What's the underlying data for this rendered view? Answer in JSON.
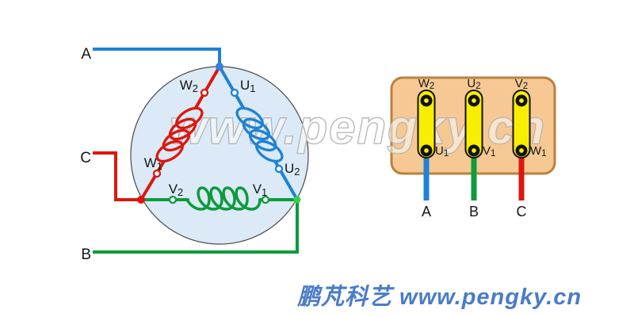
{
  "watermark": {
    "text": "www.pengky.cn"
  },
  "branding": {
    "text": "鹏芃科艺 www.pengky.cn",
    "color": "#4a7cc8"
  },
  "colors": {
    "phase_a": "#1e82d6",
    "phase_b": "#0d9b3d",
    "phase_c": "#dc1710",
    "node_a": "#3b7de0",
    "node_b": "#2ed24a",
    "node_c": "#e01408",
    "stator_fill": "#dbeaf6",
    "box_fill": "#f6c893",
    "link_fill": "#f8ef00"
  },
  "delta": {
    "phase_a": "A",
    "phase_b": "B",
    "phase_c": "C",
    "w2": {
      "base": "W",
      "sub": "2"
    },
    "u1": {
      "base": "U",
      "sub": "1"
    },
    "w1": {
      "base": "W",
      "sub": "1"
    },
    "u2": {
      "base": "U",
      "sub": "2"
    },
    "v2": {
      "base": "V",
      "sub": "2"
    },
    "v1": {
      "base": "V",
      "sub": "1"
    }
  },
  "box": {
    "top": [
      {
        "base": "W",
        "sub": "2"
      },
      {
        "base": "U",
        "sub": "2"
      },
      {
        "base": "V",
        "sub": "2"
      }
    ],
    "bottom": [
      {
        "base": "U",
        "sub": "1"
      },
      {
        "base": "V",
        "sub": "1"
      },
      {
        "base": "W",
        "sub": "1"
      }
    ],
    "phases": [
      "A",
      "B",
      "C"
    ]
  }
}
